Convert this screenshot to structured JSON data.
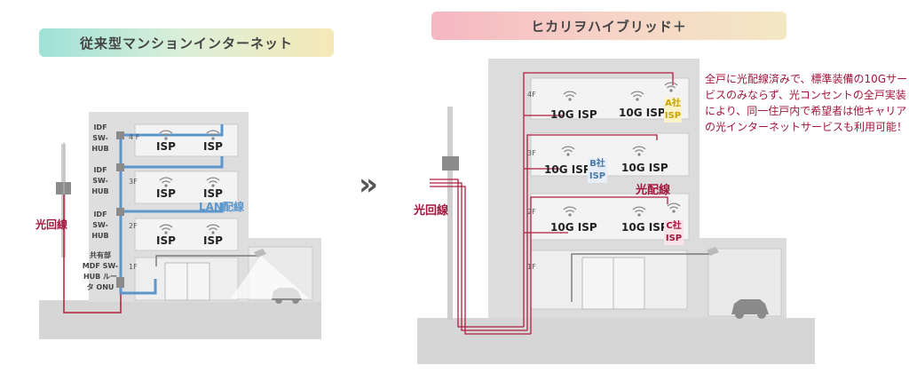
{
  "left_panel": {
    "title": "従来型マンションインターネット",
    "fiber_label": "光回線",
    "lan_label": "LAN配線",
    "floors": [
      "4 F",
      "3F",
      "2F",
      "1F"
    ],
    "equipment_labels": [
      "IDF SW-HUB",
      "IDF SW-HUB",
      "IDF SW-HUB"
    ],
    "mdf_label": "共有部 MDF SW-HUB ルータ ONU",
    "isp_label": "ISP"
  },
  "arrow": "»",
  "right_panel": {
    "title": "ヒカリヲハイブリッド＋",
    "fiber_label": "光回線",
    "fiber_wiring_label": "光配線",
    "floors": [
      "4F",
      "3F",
      "2F",
      "1F"
    ],
    "isp_10g_label": "10G ISP",
    "carriers": [
      {
        "name": "A社",
        "isp": "ISP",
        "color": "#c8a400",
        "bg": "#fbf3c6"
      },
      {
        "name": "B社",
        "isp": "ISP",
        "color": "#4a78a8",
        "bg": "#e7eef7"
      },
      {
        "name": "C社",
        "isp": "ISP",
        "color": "#a3153c",
        "bg": "#f7e3e7"
      }
    ],
    "note": "全戸に光配線済みで、標準装備の10Gサービスのみならず、光コンセントの全戸実装により、同一住戸内で希望者は他キャリアの光インターネットサービスも利用可能！"
  },
  "colors": {
    "lan_blue": "#5b97cc",
    "fiber_red": "#b01e3c",
    "building_gray": "#d9d9d9"
  }
}
